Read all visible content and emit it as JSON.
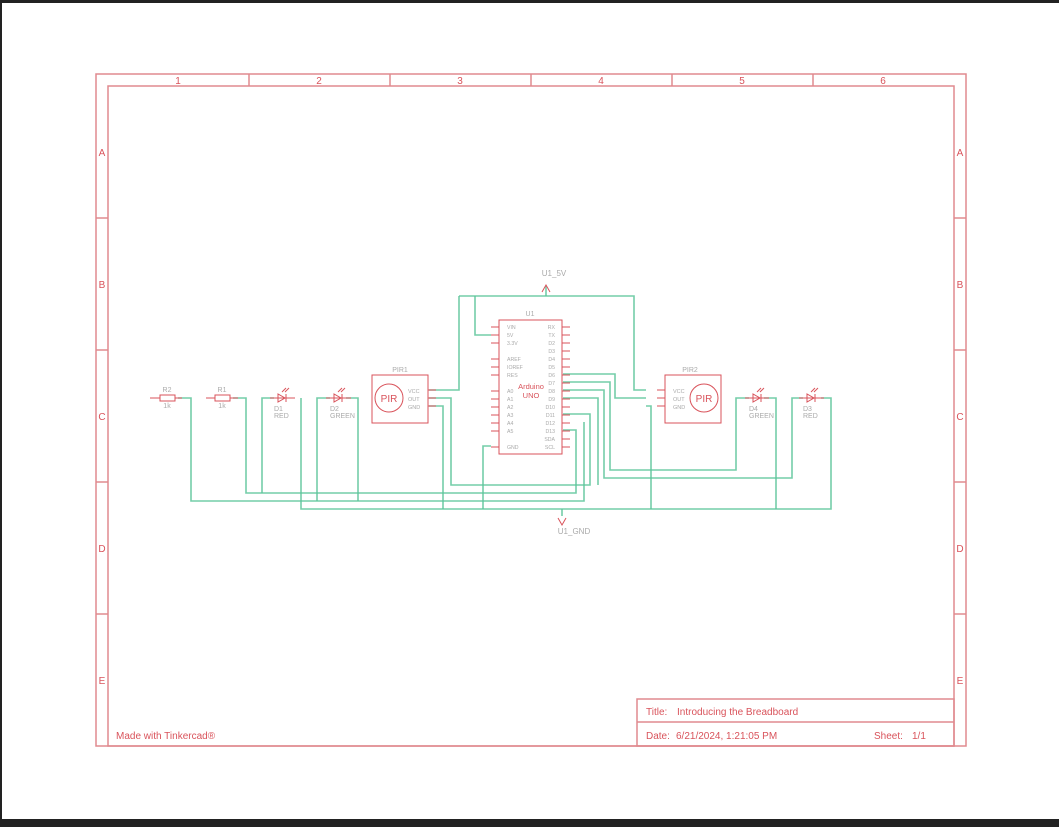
{
  "frame": {
    "columns": [
      "1",
      "2",
      "3",
      "4",
      "5",
      "6"
    ],
    "rows": [
      "A",
      "B",
      "C",
      "D",
      "E"
    ]
  },
  "footer": {
    "made_with": "Made with Tinkercad®"
  },
  "title_block": {
    "title_label": "Title:",
    "title_value": "Introducing the Breadboard",
    "date_label": "Date:",
    "date_value": "6/21/2024, 1:21:05 PM",
    "sheet_label": "Sheet:",
    "sheet_value": "1/1"
  },
  "nets": {
    "power": "U1_5V",
    "ground": "U1_GND"
  },
  "components": {
    "r2": {
      "name": "R2",
      "value": "1k"
    },
    "r1": {
      "name": "R1",
      "value": "1k"
    },
    "d1": {
      "name": "D1",
      "color": "RED"
    },
    "d2": {
      "name": "D2",
      "color": "GREEN"
    },
    "d4": {
      "name": "D4",
      "color": "GREEN"
    },
    "d3": {
      "name": "D3",
      "color": "RED"
    },
    "pir1": {
      "name": "PIR1",
      "body": "PIR",
      "pins": [
        "VCC",
        "OUT",
        "GND"
      ]
    },
    "pir2": {
      "name": "PIR2",
      "body": "PIR",
      "pins": [
        "VCC",
        "OUT",
        "GND"
      ]
    },
    "u1": {
      "name": "U1",
      "line1": "Arduino",
      "line2": "UNO",
      "left_pins": [
        "VIN",
        "5V",
        "3.3V",
        "",
        "AREF",
        "IOREF",
        "RES",
        "",
        "A0",
        "A1",
        "A2",
        "A3",
        "A4",
        "A5",
        "",
        "GND"
      ],
      "right_pins": [
        "RX",
        "TX",
        "D2",
        "D3",
        "D4",
        "D5",
        "D6",
        "D7",
        "D8",
        "D9",
        "D10",
        "D11",
        "D12",
        "D13",
        "SDA",
        "SCL"
      ]
    }
  }
}
